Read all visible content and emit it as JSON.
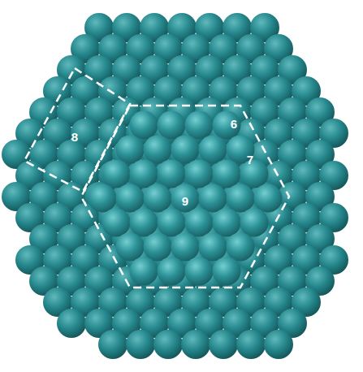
{
  "diagram": {
    "labels": [
      "6",
      "8",
      "7",
      "9"
    ]
  }
}
